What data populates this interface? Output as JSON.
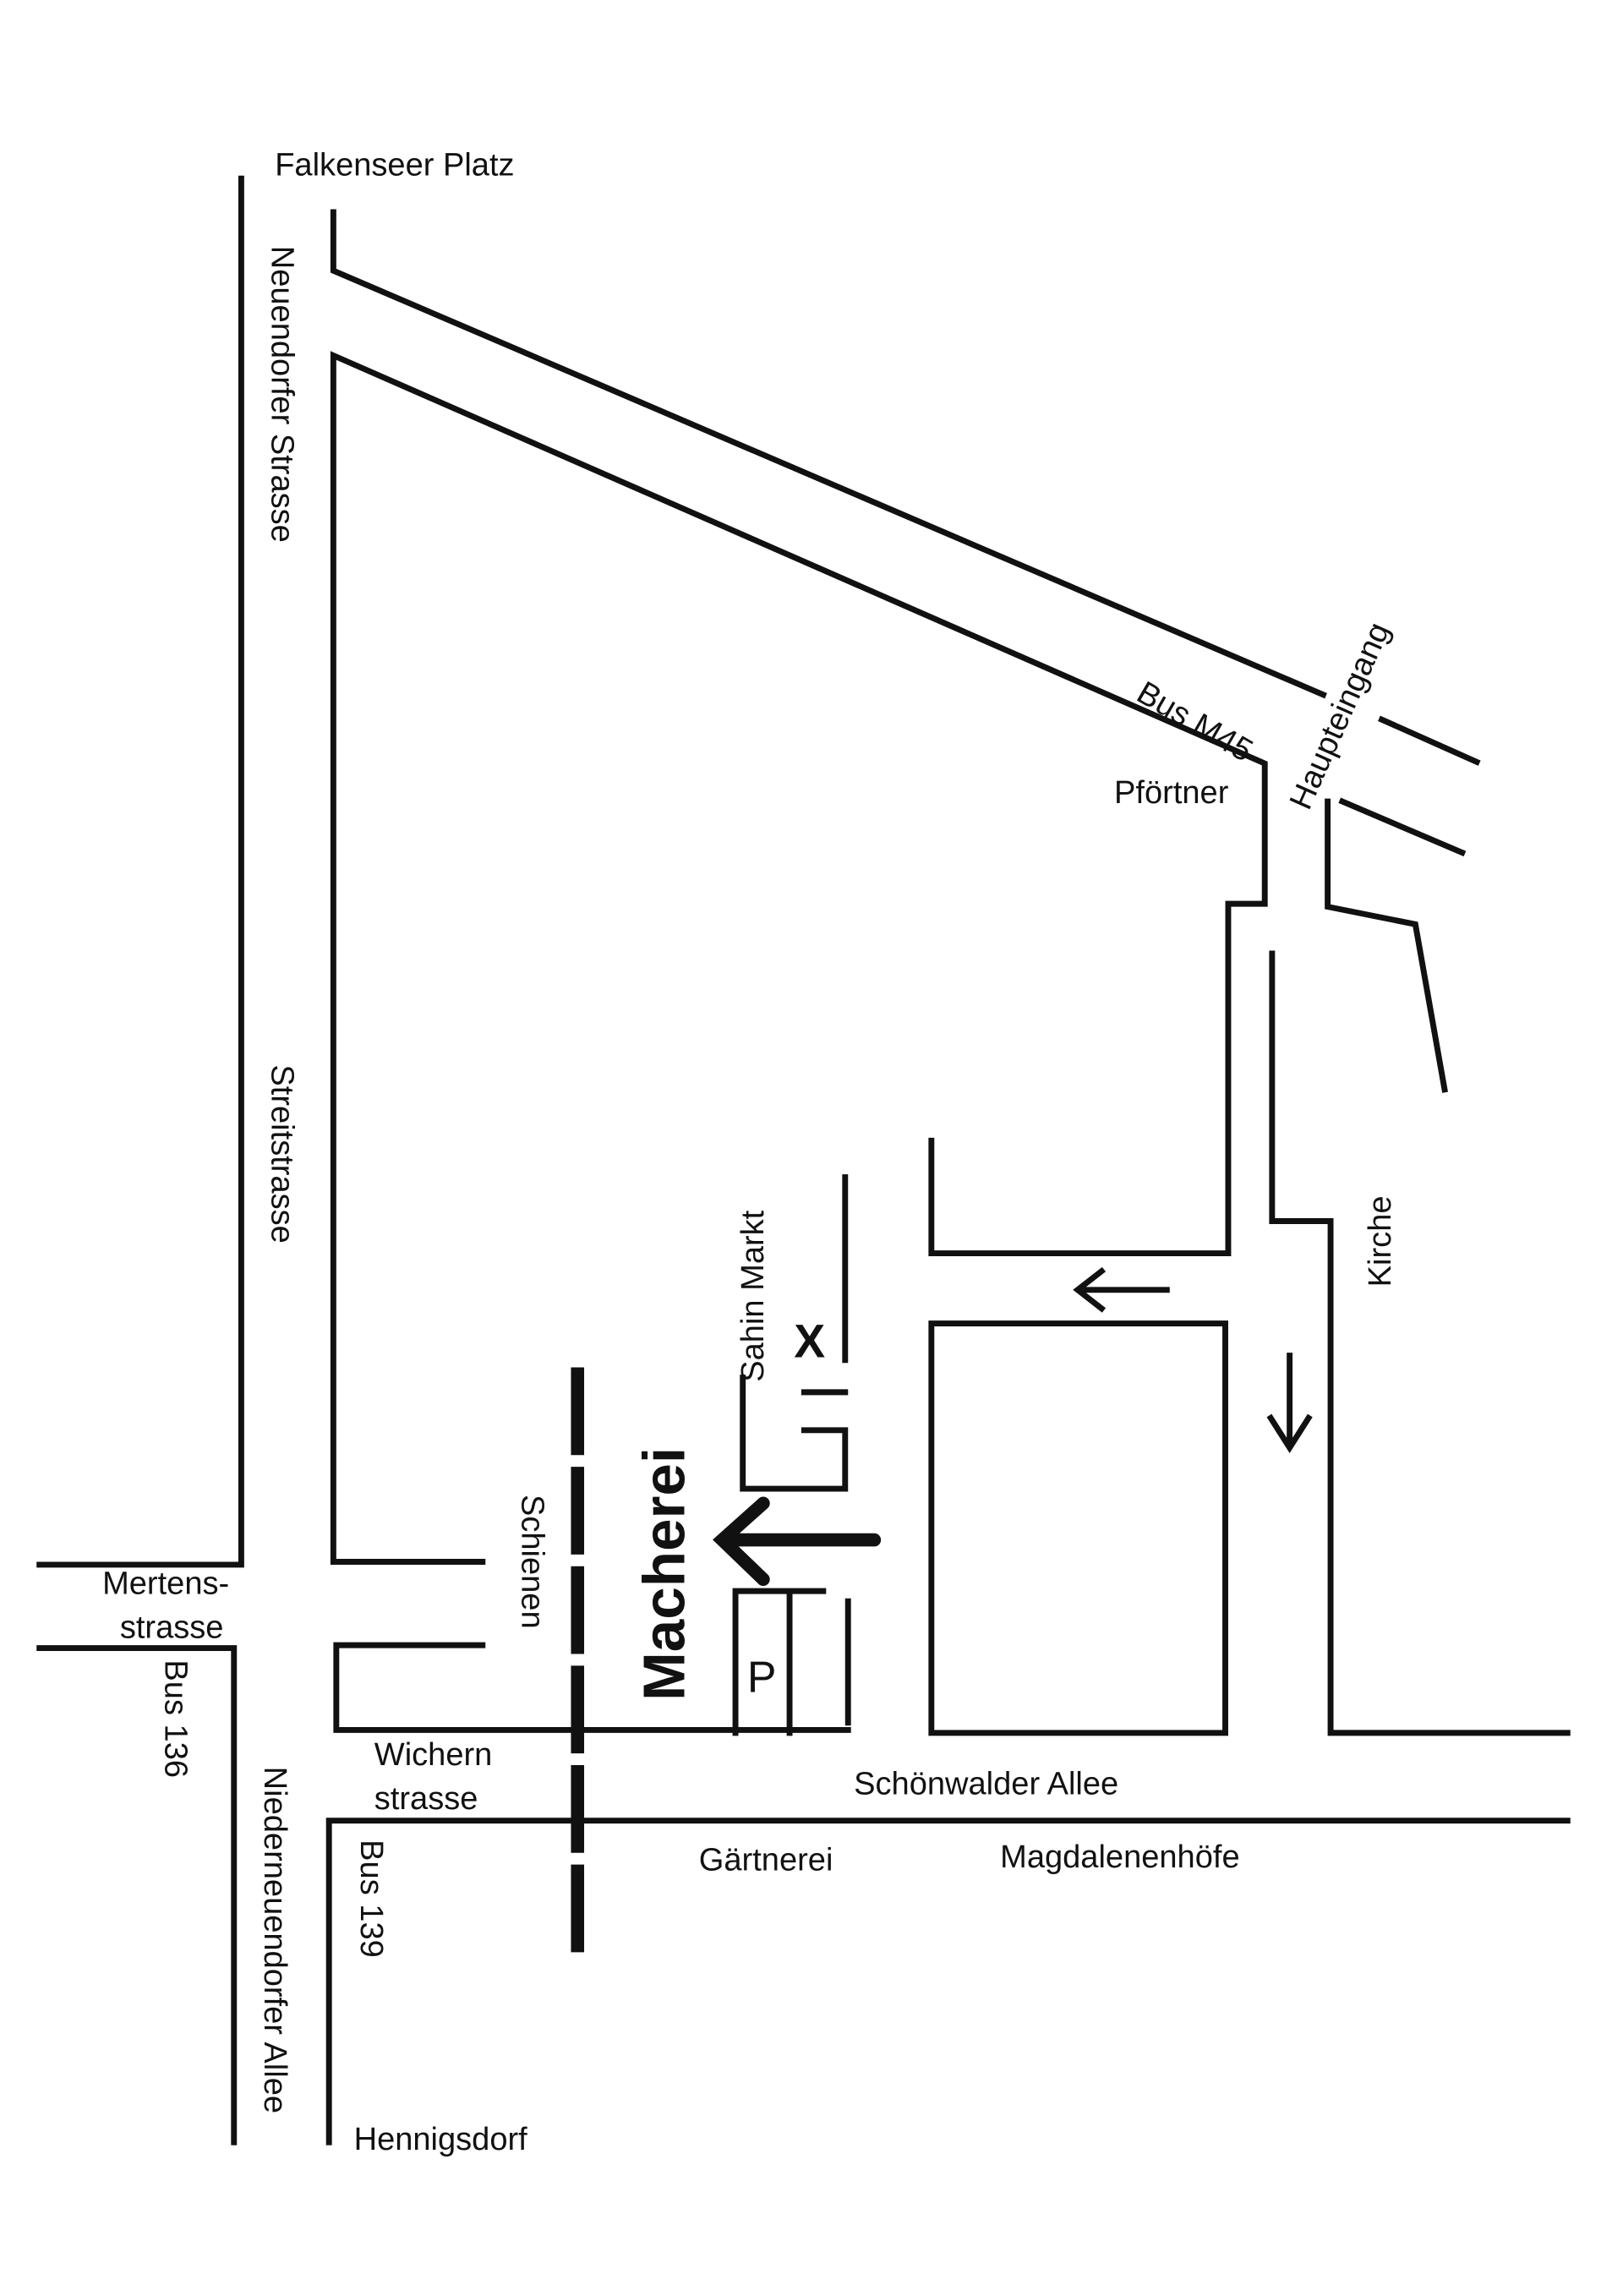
{
  "map": {
    "labels": {
      "falkenseer_platz": "Falkenseer Platz",
      "neuendorfer_strasse": "Neuendorfer Strasse",
      "streitstrasse": "Streitstrasse",
      "bus_m45": "Bus M45",
      "haupteingang": "Haupteingang",
      "pfoertner": "Pförtner",
      "kirche": "Kirche",
      "sahin_markt": "Sahin Markt",
      "x_mark": "X",
      "macherei": "Macherei",
      "parking": "P",
      "schienen": "Schienen",
      "mertensstrasse_1": "Mertens-",
      "mertensstrasse_2": "strasse",
      "bus_136": "Bus 136",
      "niederneuendorfer_allee": "Niederneuendorfer Allee",
      "wichernstrasse_1": "Wichern",
      "wichernstrasse_2": "strasse",
      "schoenwalder_allee": "Schönwalder Allee",
      "gaertnerei": "Gärtnerei",
      "magdalenenhoefe": "Magdalenenhöfe",
      "bus_139": "Bus 139",
      "hennigsdorf": "Hennigsdorf"
    }
  }
}
